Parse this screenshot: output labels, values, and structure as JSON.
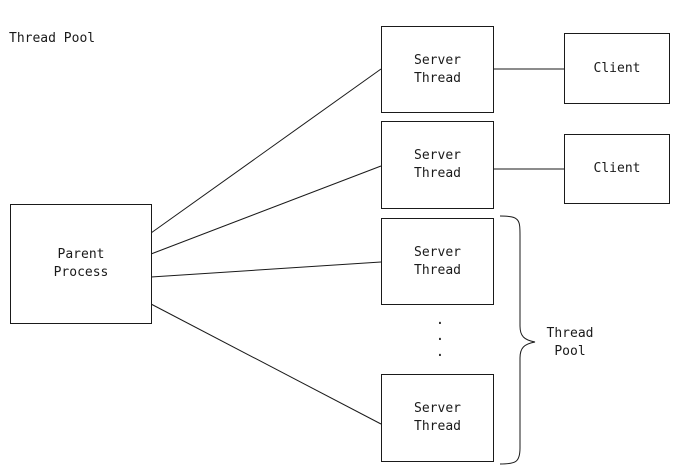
{
  "diagram": {
    "title": "Thread Pool",
    "parent": {
      "line1": "Parent",
      "line2": "Process"
    },
    "threads": [
      {
        "line1": "Server",
        "line2": "Thread"
      },
      {
        "line1": "Server",
        "line2": "Thread"
      },
      {
        "line1": "Server",
        "line2": "Thread"
      },
      {
        "line1": "Server",
        "line2": "Thread"
      }
    ],
    "clients": [
      {
        "label": "Client"
      },
      {
        "label": "Client"
      }
    ],
    "ellipsis": ".",
    "pool_label": {
      "line1": "Thread",
      "line2": "Pool"
    }
  }
}
